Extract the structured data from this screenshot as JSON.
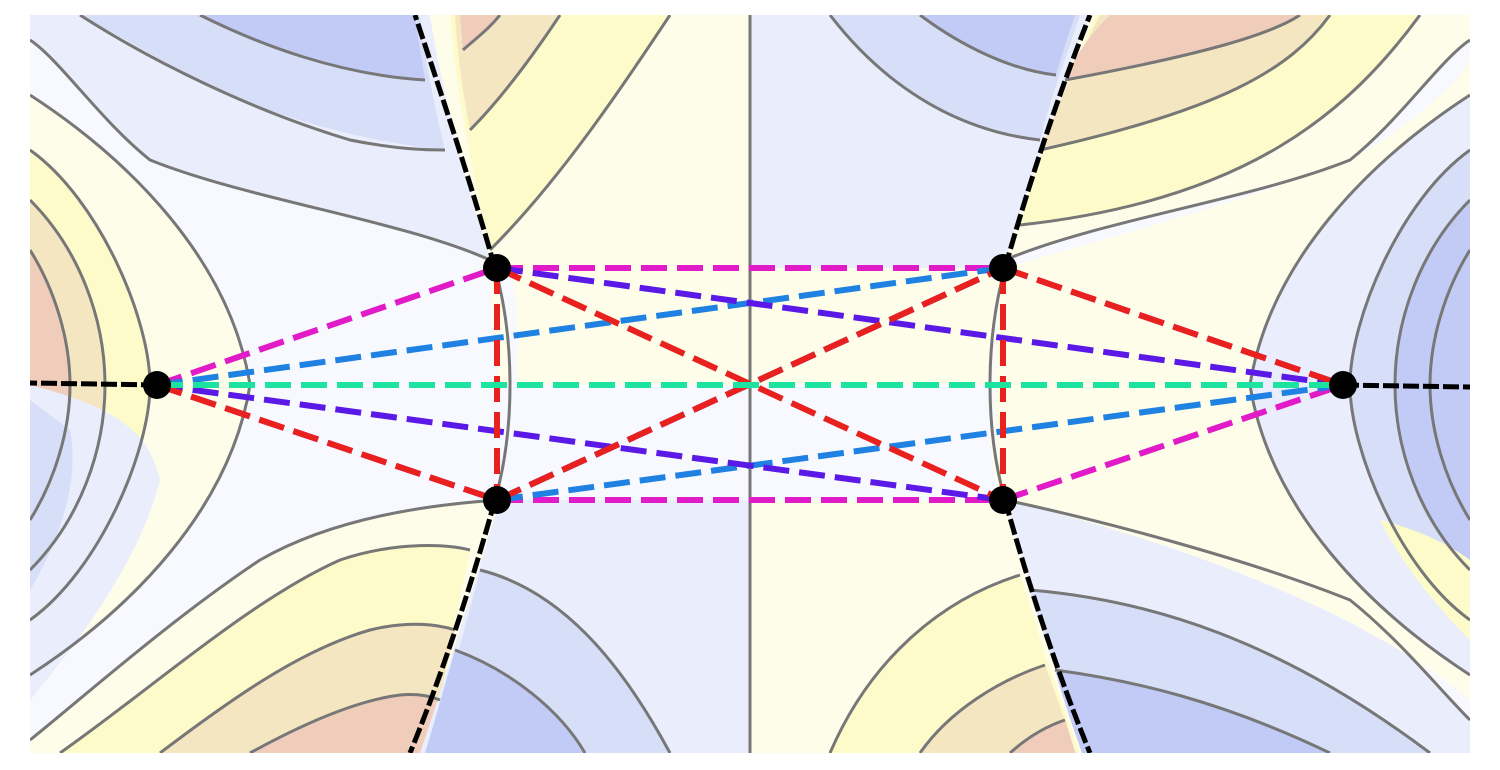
{
  "figure": {
    "type": "contour-plot-with-graph",
    "colors": {
      "band_scale": [
        "#c1cbf6",
        "#d7dff8",
        "#eaeefc",
        "#f7f9fe",
        "#fefde9",
        "#fdfbc9",
        "#f5e6c2",
        "#f0cdbb"
      ],
      "contour_line": "#777777",
      "branch_cut": "#000000",
      "node": "#000000"
    },
    "branch_points": [
      "P1",
      "P2",
      "P3",
      "P4",
      "P5",
      "P6"
    ],
    "edge_families": [
      {
        "name": "magenta",
        "color": "#e11bc7",
        "edges": [
          [
            "P1",
            "P2"
          ],
          [
            "P2",
            "P4"
          ],
          [
            "P4",
            "P6"
          ],
          [
            "P1",
            "P3"
          ],
          [
            "P3",
            "P5"
          ],
          [
            "P5",
            "P6"
          ]
        ]
      },
      {
        "name": "red",
        "color": "#e8211f",
        "edges": [
          [
            "P1",
            "P3"
          ],
          [
            "P2",
            "P5"
          ],
          [
            "P3",
            "P4"
          ],
          [
            "P4",
            "P6"
          ],
          [
            "P2",
            "P3"
          ],
          [
            "P4",
            "P5"
          ]
        ]
      },
      {
        "name": "violet",
        "color": "#5a19e6",
        "edges": [
          [
            "P1",
            "P5"
          ],
          [
            "P2",
            "P6"
          ],
          [
            "P3",
            "P4"
          ]
        ]
      },
      {
        "name": "blue",
        "color": "#1f82e3",
        "edges": [
          [
            "P1",
            "P4"
          ],
          [
            "P3",
            "P6"
          ]
        ]
      },
      {
        "name": "green",
        "color": "#1de3a0",
        "edges": [
          [
            "P1",
            "P6"
          ]
        ]
      }
    ]
  }
}
